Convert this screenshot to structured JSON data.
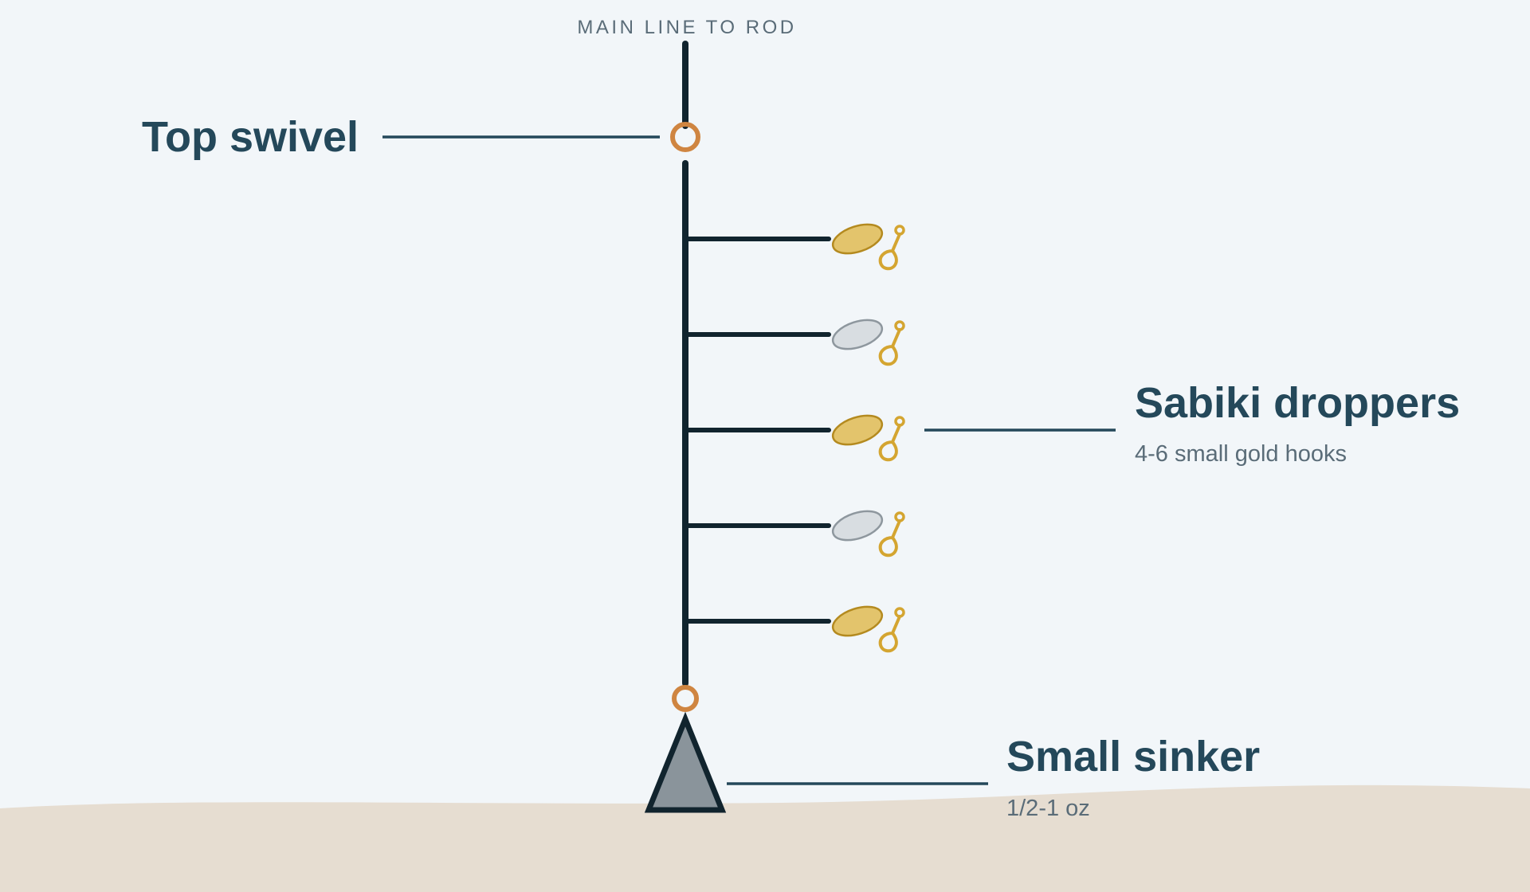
{
  "diagram": {
    "top_text": "MAIN LINE TO ROD",
    "labels": {
      "top_swivel": {
        "title": "Top swivel"
      },
      "sabiki_droppers": {
        "title": "Sabiki droppers",
        "subtitle": "4-6 small gold hooks"
      },
      "small_sinker": {
        "title": "Small sinker",
        "subtitle": "1/2-1 oz"
      }
    },
    "droppers": [
      {
        "lure_color": "#e3c46c",
        "lure_stroke": "#b48a1f"
      },
      {
        "lure_color": "#d8dde1",
        "lure_stroke": "#8e979e"
      },
      {
        "lure_color": "#e3c46c",
        "lure_stroke": "#b48a1f"
      },
      {
        "lure_color": "#d8dde1",
        "lure_stroke": "#8e979e"
      },
      {
        "lure_color": "#e3c46c",
        "lure_stroke": "#b48a1f"
      }
    ],
    "colors": {
      "line": "#11242e",
      "swivel": "#cf8541",
      "hook": "#d4a531",
      "sinker_fill": "#8a949b",
      "sand": "#e6ddd1",
      "background": "#f2f6f9"
    }
  }
}
